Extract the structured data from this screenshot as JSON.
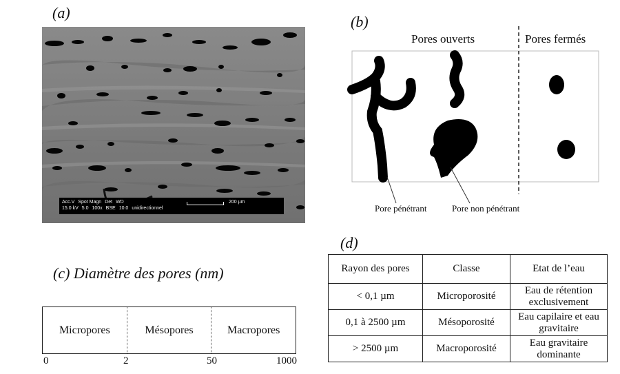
{
  "panel_a": {
    "label": "(a)",
    "sem_info": {
      "row1": [
        "Acc.V",
        "Spot Magn",
        "Det",
        "WD"
      ],
      "row2": [
        "15.0 kV",
        "5.0",
        "100x",
        "BSE",
        "10.0",
        "unidirectionnel"
      ],
      "scale_label": "200 µm"
    }
  },
  "panel_b": {
    "label": "(b)",
    "open_pores_label": "Pores ouverts",
    "closed_pores_label": "Pores fermés",
    "penetrating_label": "Pore pénétrant",
    "non_penetrating_label": "Pore non pénétrant"
  },
  "panel_c": {
    "title": "(c) Diamètre des pores (nm)",
    "classes": [
      "Micropores",
      "Mésopores",
      "Macropores"
    ],
    "ticks": [
      "0",
      "2",
      "50",
      "1000"
    ]
  },
  "panel_d": {
    "label": "(d)",
    "headers": [
      "Rayon des pores",
      "Classe",
      "Etat de l’eau"
    ],
    "rows": [
      [
        "< 0,1 µm",
        "Microporosité",
        "Eau de rétention exclusivement"
      ],
      [
        "0,1 à 2500 µm",
        "Mésoporosité",
        "Eau capilaire et eau gravitaire"
      ],
      [
        "> 2500 µm",
        "Macroporosité",
        "Eau gravitaire dominante"
      ]
    ]
  }
}
